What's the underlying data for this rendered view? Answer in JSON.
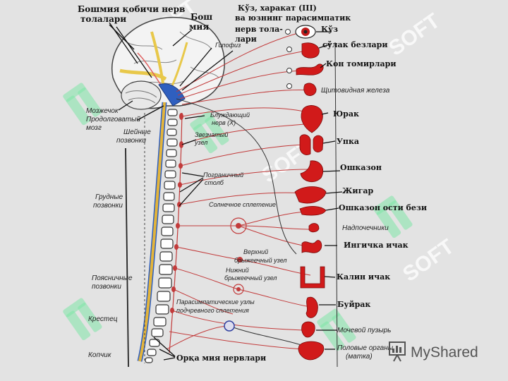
{
  "labels": {
    "cranial_nerves": [
      "Бошмия қобичи нерв",
      "толалари"
    ],
    "brain": [
      "Бош",
      "мия"
    ],
    "hypophysis": "Гипофиз",
    "oculomotor": [
      "Кўз, харакат (III)",
      "ва юзнинг парасимпатик",
      "нерв тола-",
      "лари"
    ],
    "cerebellum": "Мозжечок",
    "medulla": [
      "Продолговатый",
      "мозг"
    ],
    "cervical": [
      "Шейные",
      "позвонки"
    ],
    "vagus": [
      "Блуждающий",
      "нерв (X)"
    ],
    "stellate": [
      "Звезчатый",
      "узел"
    ],
    "sympathetic_trunk": [
      "Пограничный",
      "столб"
    ],
    "thoracic": [
      "Грудные",
      "позвонки"
    ],
    "solar_plexus": "Солнечное сплетение",
    "upper_mesenteric": [
      "Верхний",
      "брыжеечный узел"
    ],
    "lower_mesenteric": [
      "Нижний",
      "брыжеечный узел"
    ],
    "lumbar": [
      "Поясничные",
      "позвонки"
    ],
    "parasympathetic_pelvic": [
      "Парасимпатические узлы",
      "подчревного сплетения"
    ],
    "sacrum": "Крестец",
    "coccyx": "Копчик",
    "spinal_nerves": "Орқа мия нервлари"
  },
  "organs": {
    "eye": "Кўз",
    "salivary": "сўлак безлари",
    "vessels": "Кон томирлари",
    "thyroid": "Щитовидная железа",
    "heart": "Юрак",
    "lung": "Упка",
    "stomach": "Ошказон",
    "liver": "Жигар",
    "pancreas": "Ошказон ости бези",
    "adrenal": "Надпочечники",
    "small_intestine": "Ингичка ичак",
    "large_intestine": "Калин ичак",
    "kidney": "Буйрак",
    "bladder": "Мочевой пузырь",
    "genitals": [
      "Половые органы",
      "(матка)"
    ]
  },
  "branding": {
    "watermark": "SOFT",
    "logo": "MyShared"
  }
}
